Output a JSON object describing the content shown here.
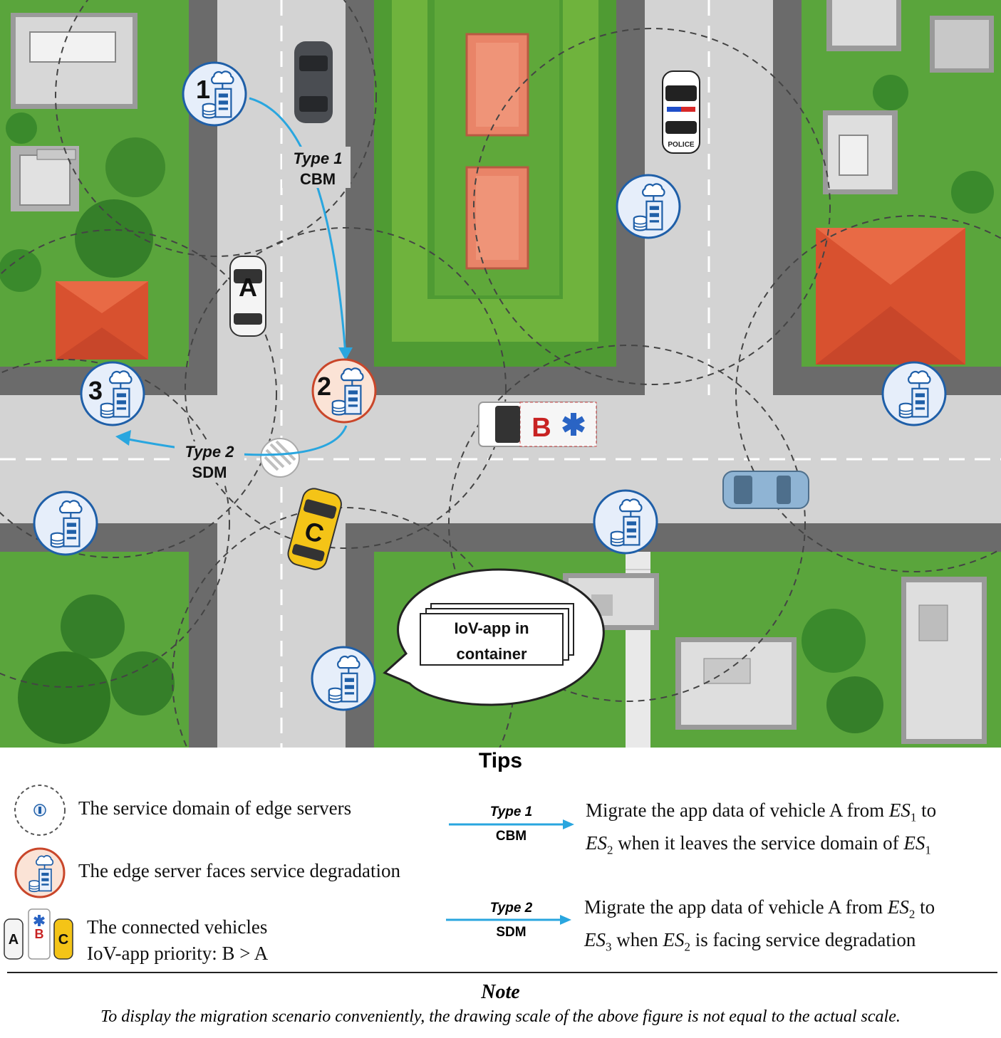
{
  "map": {
    "servers": [
      {
        "id": "es1",
        "number": "1",
        "degraded": false
      },
      {
        "id": "es2",
        "number": "2",
        "degraded": true
      },
      {
        "id": "es3",
        "number": "3",
        "degraded": false
      },
      {
        "id": "es4",
        "number": "",
        "degraded": false
      },
      {
        "id": "es5",
        "number": "",
        "degraded": false
      },
      {
        "id": "es6",
        "number": "",
        "degraded": false
      },
      {
        "id": "es7",
        "number": "",
        "degraded": false
      },
      {
        "id": "es8",
        "number": "",
        "degraded": false
      }
    ],
    "vehicles": {
      "a_label": "A",
      "b_label": "B",
      "c_label": "C",
      "police_label": "POLICE"
    },
    "migration1": {
      "type": "Type 1",
      "mode": "CBM"
    },
    "migration2": {
      "type": "Type 2",
      "mode": "SDM"
    },
    "bubble": {
      "line1": "IoV-app in",
      "line2": "container"
    }
  },
  "tips": {
    "title": "Tips",
    "service_domain": "The service  domain of edge servers",
    "degradation": "The edge server faces service  degradation",
    "vehicles_line1": "The connected vehicles",
    "vehicles_line2": "IoV-app priority:  B > A",
    "type1": {
      "type": "Type 1",
      "mode": "CBM",
      "line1_a": "Migrate  the app data of vehicle A from ",
      "line1_var": "ES",
      "line1_sub": "1",
      "line1_b": " to",
      "line2_var": "ES",
      "line2_sub": "2",
      "line2_a": " when it leaves the service domain of ",
      "line2_var2": "ES",
      "line2_sub2": "1"
    },
    "type2": {
      "type": "Type 2",
      "mode": "SDM",
      "line1_a": "Migrate  the app data of vehicle A from ",
      "line1_var": "ES",
      "line1_sub": "2",
      "line1_b": " to",
      "line2_var": "ES",
      "line2_sub": "3",
      "line2_a": " when ",
      "line2_var2": "ES",
      "line2_sub2": "2",
      "line2_b": " is facing service degradation"
    }
  },
  "note": {
    "title": "Note",
    "text": "To display the migration scenario conveniently, the drawing scale of the above figure is not equal to the actual scale."
  },
  "colors": {
    "grass": "#5aa53c",
    "road": "#d3d3d3",
    "curb": "#6b6b6b",
    "roof_red": "#e06a4a",
    "roof_salmon": "#ee8d72",
    "arrow_blue": "#29a6df",
    "server_ring": "#1f5fa8",
    "degraded_fill": "#fbe3d6"
  }
}
